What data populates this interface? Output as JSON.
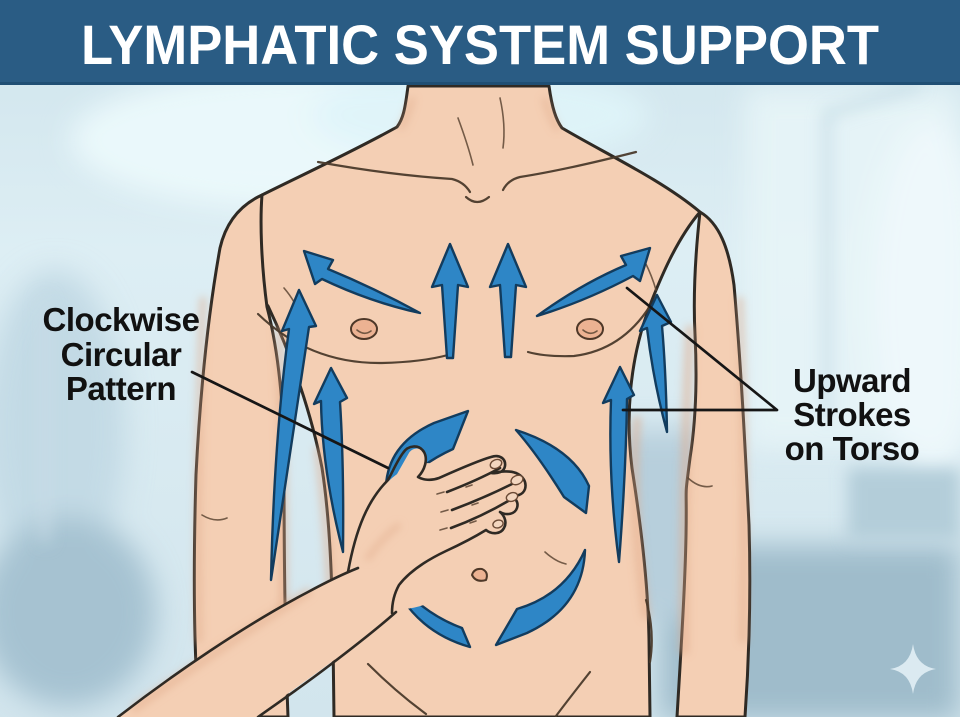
{
  "header": {
    "title": "LYMPHATIC SYSTEM SUPPORT"
  },
  "annotations": {
    "clockwise_label": {
      "line1": "Clockwise",
      "line2": "Circular",
      "line3": "Pattern"
    },
    "upward_label": {
      "line1": "Upward",
      "line2": "Strokes",
      "line3": "on Torso"
    }
  },
  "illustration": {
    "scene": "bare torso in blurred clinic room with therapist hand on abdomen",
    "upward_stroke_arrows": 8,
    "circular_pattern_arrows": 4,
    "circular_direction": "clockwise"
  },
  "colors": {
    "header_bg": "#2a5c84",
    "header_edge": "#1d4a6e",
    "header_text": "#ffffff",
    "arrow_fill": "#2e86c6",
    "arrow_outline": "#123c5e",
    "skin": "#f4cfb4",
    "skin_shadow": "#e2ab8c",
    "body_outline": "#2f2a24",
    "label_text": "#111111",
    "background": "#d7eaf1",
    "sparkle": "#deecf2"
  },
  "decorations": {
    "sparkle": "four-point-star"
  }
}
